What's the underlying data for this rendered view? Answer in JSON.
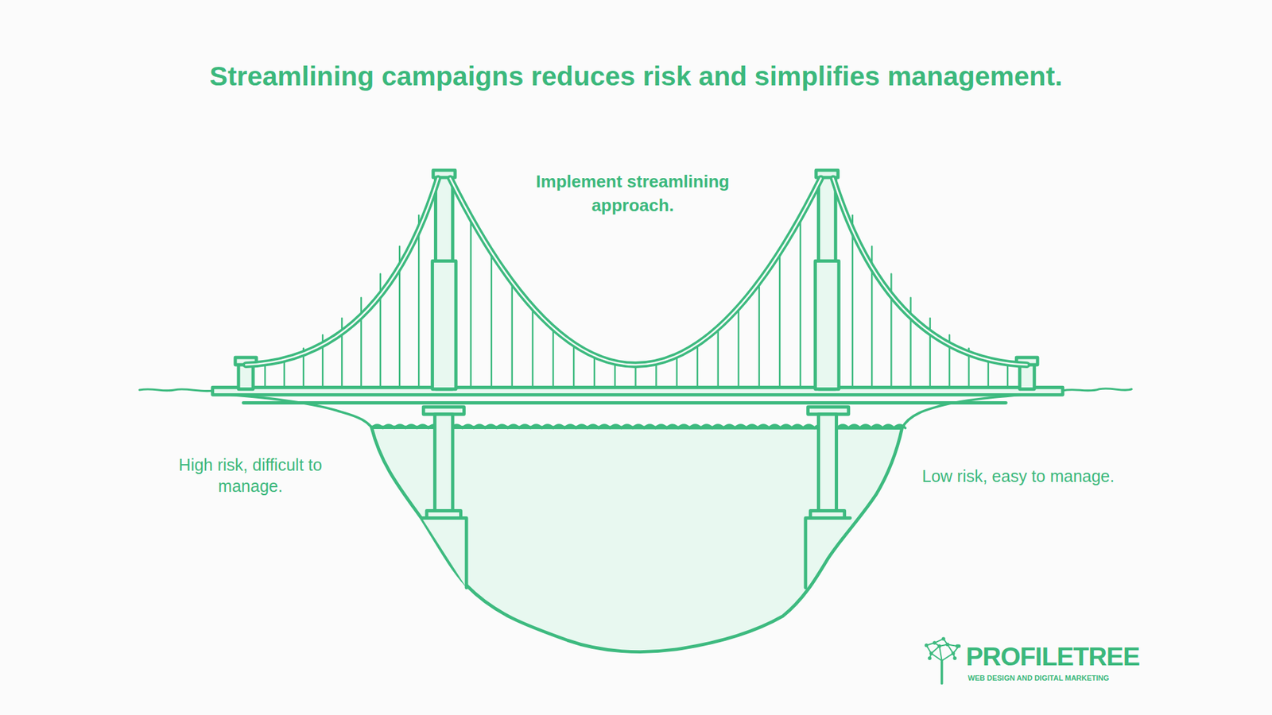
{
  "diagram": {
    "title": "Streamlining campaigns reduces risk and simplifies management.",
    "labels": [
      "Implement streamlining approach.",
      "High risk, difficult to manage.",
      "Low risk, easy to manage.",
      "PROFILETREE",
      "WEB DESIGN AND DIGITAL MARKETING"
    ]
  }
}
